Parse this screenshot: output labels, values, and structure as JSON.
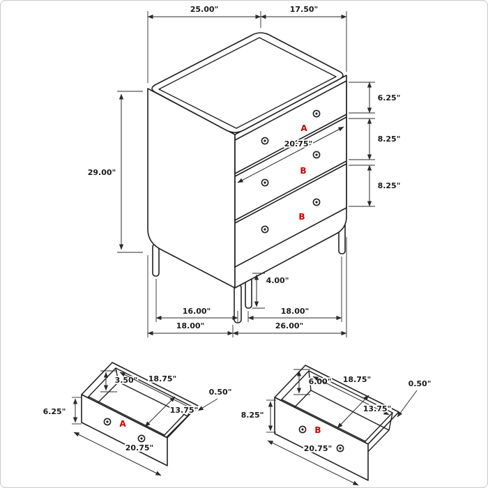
{
  "colors": {
    "line": "#1f1f1f",
    "dim": "#2a2a2a",
    "label_red": "#cc0000"
  },
  "main": {
    "top_width": "25.00\"",
    "top_depth": "17.50\"",
    "total_height": "29.00\"",
    "drawer1_height": "6.25\"",
    "drawer2_height": "8.25\"",
    "drawer3_height": "8.25\"",
    "drawer_width": "20.75\"",
    "leg_height": "4.00\"",
    "leg_spacing_depth": "16.00\"",
    "leg_spacing_width": "18.00\"",
    "overall_depth": "18.00\"",
    "overall_width": "26.00\"",
    "label_a": "A",
    "label_b_middle": "B",
    "label_b_bottom": "B"
  },
  "drawer_a": {
    "label": "A",
    "wall_height": "3.50\"",
    "inner_width": "18.75\"",
    "wall_thickness": "0.50\"",
    "inner_depth": "13.75\"",
    "front_height": "6.25\"",
    "front_width": "20.75\""
  },
  "drawer_b": {
    "label": "B",
    "wall_height": "6.00\"",
    "inner_width": "18.75\"",
    "wall_thickness": "0.50\"",
    "inner_depth": "13.75\"",
    "front_height": "8.25\"",
    "front_width": "20.75\""
  }
}
